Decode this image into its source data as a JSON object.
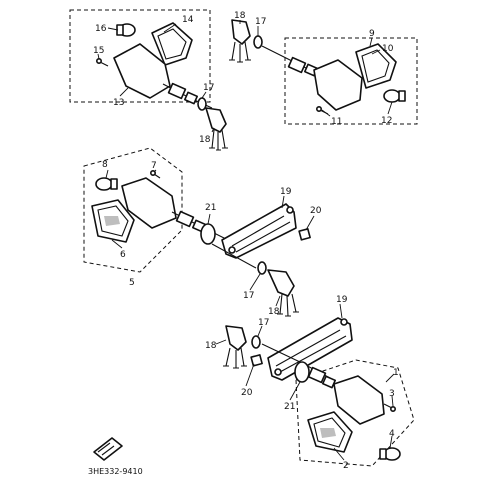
{
  "part_labels": {
    "p1": "1",
    "p2": "2",
    "p3": "3",
    "p4": "4",
    "p5": "5",
    "p6": "6",
    "p7": "7",
    "p8": "8",
    "p9": "9",
    "p10": "10",
    "p11": "11",
    "p12": "12",
    "p13": "13",
    "p14": "14",
    "p15": "15",
    "p16": "16",
    "p17a": "17",
    "p17b": "17",
    "p17c": "17",
    "p17d": "17",
    "p18a": "18",
    "p18b": "18",
    "p18c": "18",
    "p18d": "18",
    "p19a": "19",
    "p19b": "19",
    "p20a": "20",
    "p20b": "20",
    "p21a": "21",
    "p21b": "21"
  },
  "diagram_code": "3HE332-9410"
}
